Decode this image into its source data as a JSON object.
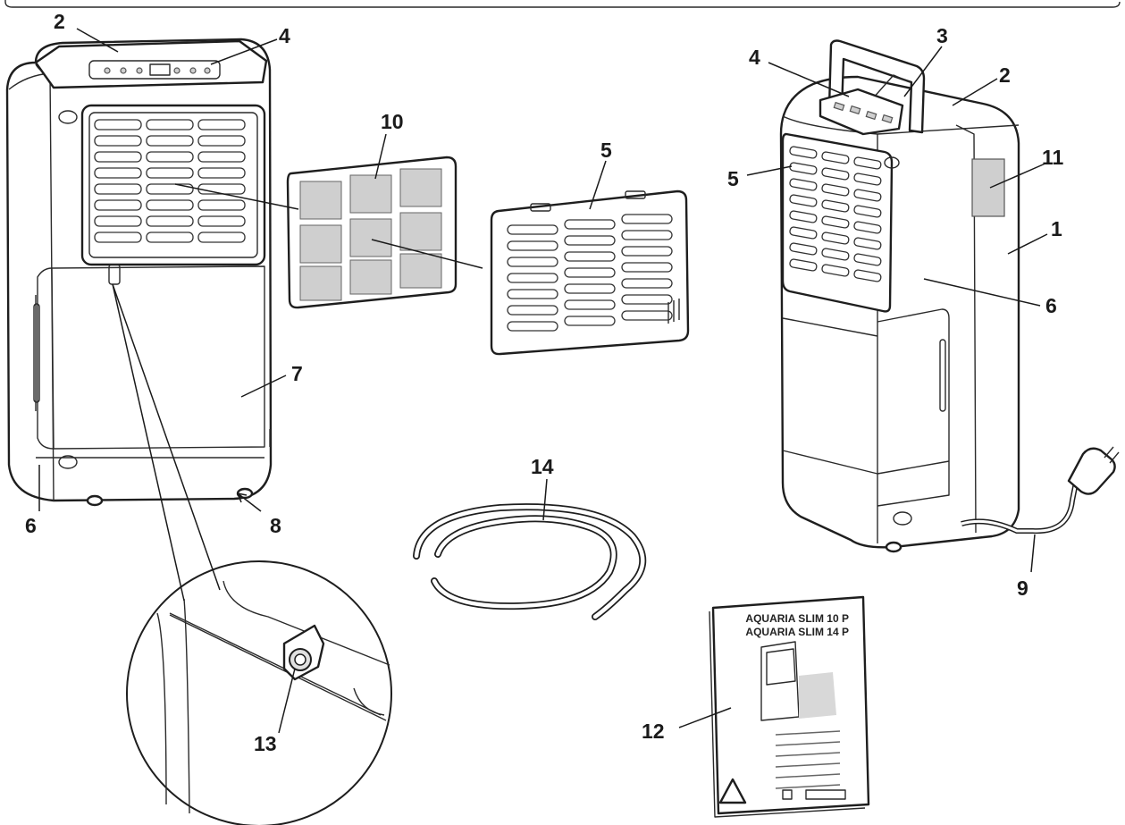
{
  "callouts": {
    "c1": "1",
    "c2_left": "2",
    "c2_right": "2",
    "c3": "3",
    "c4_left": "4",
    "c4_right": "4",
    "c5_filter": "5",
    "c5_unit": "5",
    "c6_left": "6",
    "c6_right": "6",
    "c7": "7",
    "c8": "8",
    "c9": "9",
    "c10": "10",
    "c11": "11",
    "c12": "12",
    "c13": "13",
    "c14": "14"
  },
  "manual": {
    "title_line1": "AQUARIA SLIM 10 P",
    "title_line2": "AQUARIA SLIM 14 P"
  }
}
